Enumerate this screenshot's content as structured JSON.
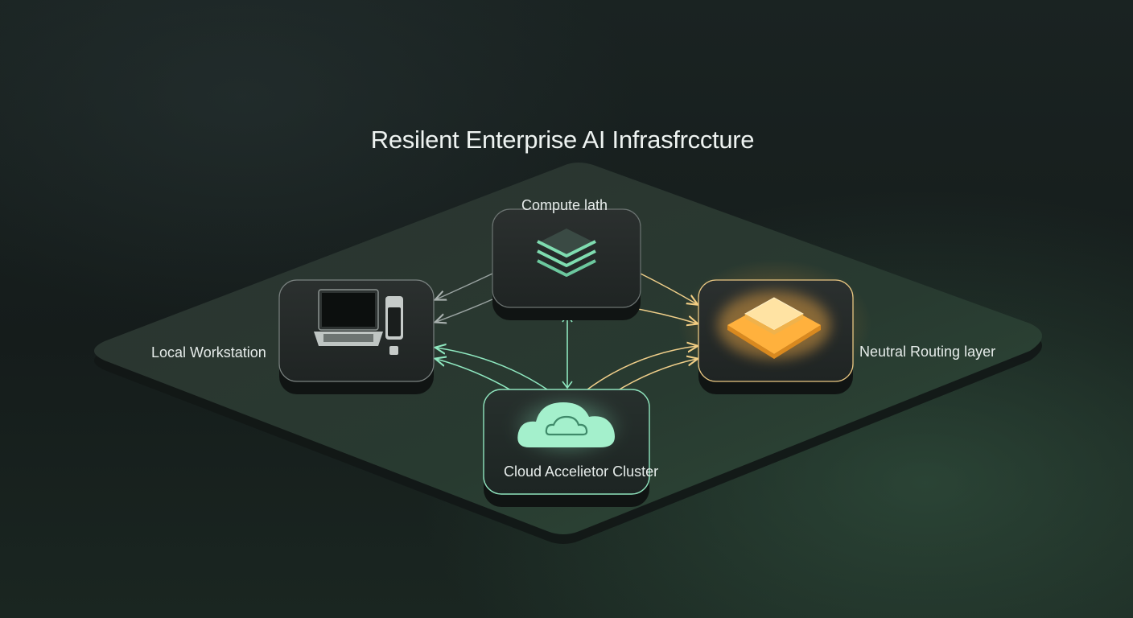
{
  "title": "Resilent Enterprise AI Infrasfrccture",
  "nodes": {
    "compute": {
      "label": "Compute Ɩath",
      "icon": "stacked-layers-icon"
    },
    "local": {
      "label": "Local Workstation",
      "icon": "laptop-and-phone-icon"
    },
    "routing": {
      "label": "Neutral Routing layer",
      "icon": "glowing-layers-icon"
    },
    "cloud": {
      "label": "Cloud Accelietor Cluster",
      "icon": "cloud-icon"
    }
  },
  "colors": {
    "background": "#151c1b",
    "platform": "#2a312f",
    "accent_green": "#7fe0b4",
    "accent_amber": "#ffc864",
    "connector_gray": "#9aa3a1"
  }
}
